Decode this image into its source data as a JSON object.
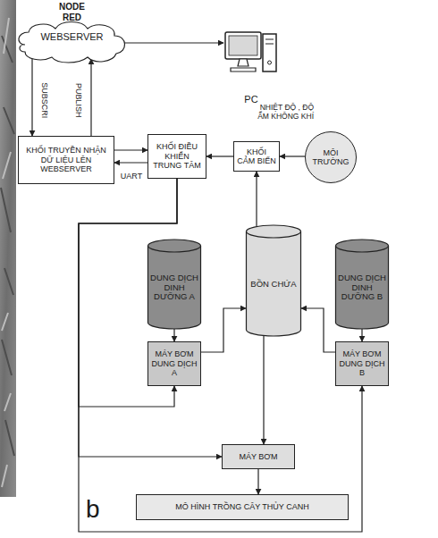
{
  "diagram": {
    "nodes": [
      {
        "text": [
          "NODE RED",
          "WEBSERVER"
        ]
      },
      {
        "text": [
          "PC"
        ]
      },
      {
        "text": [
          "KHỐI TRUYỀN NHẬN DỮ LIỆU LÊN WEBSERVER"
        ]
      },
      {
        "text": [
          "KHỐI ĐIỀU KHIỂN TRUNG TÂM"
        ]
      },
      {
        "text": [
          "KHỐI CẢM BIẾN"
        ]
      },
      {
        "text": [
          "MÔI TRƯỜNG"
        ]
      },
      {
        "text": [
          "DUNG DỊCH DINH DƯỠNG A"
        ]
      },
      {
        "text": [
          "BỒN CHỨA"
        ]
      },
      {
        "text": [
          "DUNG DỊCH DINH DƯỠNG B"
        ]
      },
      {
        "text": [
          "MÁY BƠM DUNG DỊCH A"
        ]
      },
      {
        "text": [
          "MÁY BƠM DUNG DỊCH B"
        ]
      },
      {
        "text": [
          "MÁY BƠM"
        ]
      },
      {
        "text": [
          "MÔ HÌNH TRỒNG CÂY THỦY CANH"
        ]
      }
    ],
    "edges": [
      {
        "from": 0,
        "to": 1,
        "arrow": "to"
      },
      {
        "from": 0,
        "to": 2,
        "label": "SUBSCRI",
        "arrow": "to"
      },
      {
        "from": 2,
        "to": 0,
        "label": "PUBLISH",
        "arrow": "to"
      },
      {
        "from": 2,
        "to": 3,
        "label": "UART",
        "arrow": "to"
      },
      {
        "from": 3,
        "to": 2,
        "arrow": "to"
      },
      {
        "from": 4,
        "to": 3,
        "arrow": "to"
      },
      {
        "from": 5,
        "to": 4,
        "label": "NHIỆT ĐỘ , ĐỘ ẨM KHÔNG KHÍ",
        "arrow": "to"
      },
      {
        "from": 7,
        "to": 4,
        "arrow": "to"
      },
      {
        "from": 6,
        "to": 9,
        "arrow": "to"
      },
      {
        "from": 9,
        "to": 7,
        "arrow": "to"
      },
      {
        "from": 8,
        "to": 10,
        "arrow": "to"
      },
      {
        "from": 10,
        "to": 7,
        "arrow": "to"
      },
      {
        "from": 7,
        "to": 11,
        "arrow": "to"
      },
      {
        "from": 11,
        "to": 12,
        "arrow": "to"
      },
      {
        "from": 3,
        "to": 9,
        "arrow": "to"
      },
      {
        "from": 3,
        "to": 11,
        "arrow": "to"
      },
      {
        "from": 3,
        "to": 10,
        "arrow": "to"
      }
    ],
    "labels": [
      "b"
    ]
  }
}
